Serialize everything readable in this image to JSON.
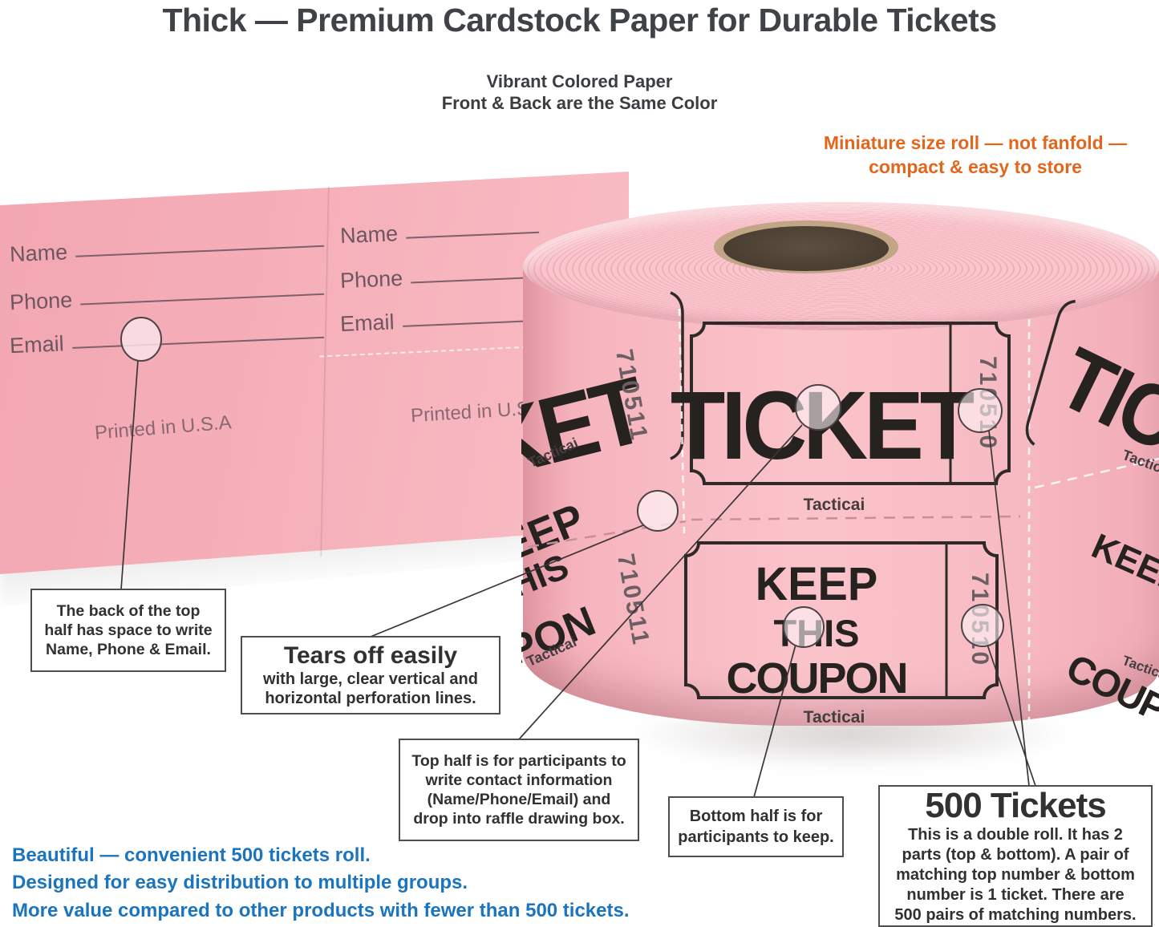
{
  "page": {
    "title": "Thick — Premium Cardstock Paper for Durable Tickets",
    "subtitle_line1": "Vibrant Colored Paper",
    "subtitle_line2": "Front & Back are the Same Color",
    "note_orange_line1": "Miniature size roll — not fanfold —",
    "note_orange_line2": "compact & easy to store"
  },
  "strip": {
    "tickets": [
      {
        "name_label": "Name",
        "phone_label": "Phone",
        "email_label": "Email",
        "printed": "Printed in U.S.A"
      },
      {
        "name_label": "Name",
        "phone_label": "Phone",
        "email_label": "Email",
        "printed": "Printed in U.S.A"
      }
    ]
  },
  "roll": {
    "word_ticket": "TICKET",
    "word_keep": "KEEP",
    "word_this": "THIS",
    "word_coupon": "COUPON",
    "brand": "Tacticai",
    "serial_left": "710511",
    "serial_center": "710510"
  },
  "callouts": {
    "back_half": {
      "lines": [
        "The back of the top",
        "half has space to write",
        "Name, Phone & Email."
      ]
    },
    "tears": {
      "heading": "Tears off easily",
      "lines": [
        "with large, clear vertical and",
        "horizontal perforation lines."
      ]
    },
    "top_half": {
      "lines": [
        "Top half is for participants to",
        "write contact information",
        "(Name/Phone/Email) and",
        "drop into raffle drawing box."
      ]
    },
    "bottom_half": {
      "lines": [
        "Bottom half is for",
        "participants to keep."
      ]
    },
    "five_hundred": {
      "heading": "500 Tickets",
      "lines": [
        "This is a double roll. It has 2",
        "parts (top & bottom). A pair of",
        "matching top number & bottom",
        "number is 1 ticket. There are",
        "500 pairs of matching numbers."
      ]
    }
  },
  "footer": {
    "lines": [
      "Beautiful — convenient 500 tickets roll.",
      "Designed for easy distribution to multiple groups.",
      "More value compared to other products with fewer than 500 tickets."
    ]
  },
  "colors": {
    "pink_paper": "#f5aeb8",
    "ink": "#2e2a28",
    "accent_orange": "#e2671c",
    "accent_blue": "#1b74be"
  }
}
